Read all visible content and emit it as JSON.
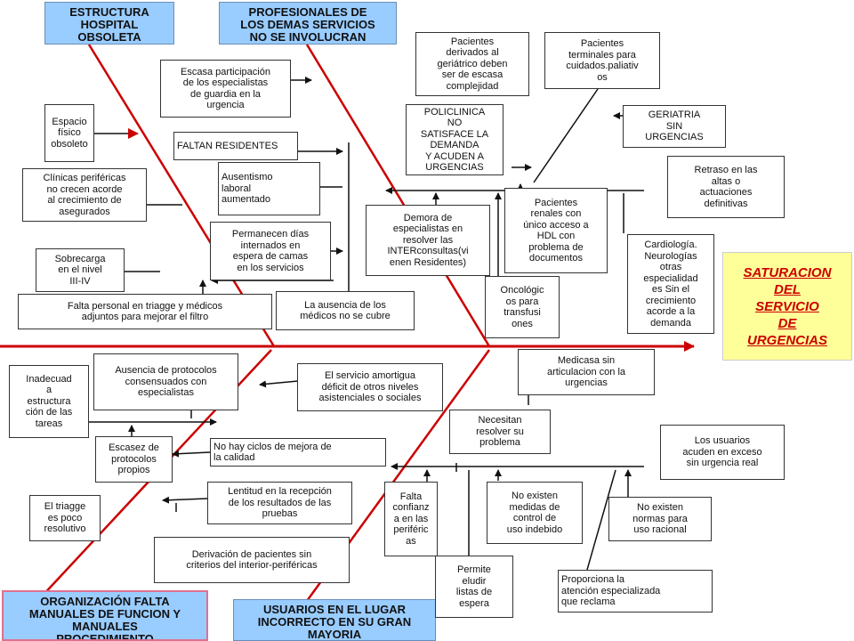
{
  "colors": {
    "spine": "#cc0000",
    "category_fill": "#99ccff",
    "effect_fill": "#ffff99",
    "effect_text": "#cc0000"
  },
  "effect": "SATURACION\nDEL\nSERVICIO\nDE\nURGENCIAS",
  "categories": {
    "top_left": "ESTRUCTURA\nHOSPITAL\nOBSOLETA",
    "top_mid": "PROFESIONALES DE\nLOS DEMAS SERVICIOS\nNO SE INVOLUCRAN",
    "bottom_left": "ORGANIZACIÓN FALTA\nMANUALES DE FUNCION Y\nMANUALES\nPROCEDIMIENTO",
    "bottom_mid": "USUARIOS EN EL LUGAR\nINCORRECTO EN SU GRAN\nMAYORIA"
  },
  "causes": {
    "escasa_participacion": "Escasa participación\nde los especialistas\nde guardia en la\nurgencia",
    "espacio_fisico": "Espacio\nfísico\nobsoleto",
    "faltan_residentes": "FALTAN RESIDENTES",
    "ausentismo": "Ausentismo\nlaboral\naumentado",
    "clinicas_perifericas": "Clínicas periféricas\nno crecen acorde\nal crecimiento de\nasegurados",
    "permanecen_dias": "Permanecen días\ninternados en\nespera de camas\nen los servicios",
    "sobrecarga": "Sobrecarga\nen el nivel\nIII-IV",
    "falta_personal": "Falta personal en triagge y médicos\nadjuntos para mejorar el filtro",
    "ausencia_medicos": "La ausencia de los\nmédicos no se cubre",
    "pacientes_geriatrico": "Pacientes\nderivados al\ngeriátrico deben\nser de escasa\ncomplejidad",
    "pacientes_terminales": "Pacientes\nterminales para\ncuidados.paliativ\nos",
    "policlinica": "POLICLINICA\nNO\nSATISFACE LA\nDEMANDA\nY ACUDEN A\nURGENCIAS",
    "geriatria": "GERIATRIA\nSIN\nURGENCIAS",
    "retraso_altas": "Retraso en las\naltas o\nactuaciones\ndefinitivas",
    "demora_especialistas": "Demora de\nespecialistas en\nresolver las\nINTERconsultas(vi\nenen Residentes)",
    "pacientes_renales": "Pacientes\nrenales con\núnico acceso a\nHDL con\nproblema de\ndocumentos",
    "cardiologia": "Cardiología.\nNeurologías\notras\nespecialidad\nes Sin el\ncrecimiento\nacorde a la\ndemanda",
    "oncologicos": "Oncológic\nos para\ntransfusi\nones",
    "ausencia_protocolos": "Ausencia de protocolos\nconsensuados con\nespecialistas",
    "inadecuada": "Inadecuad\na\nestructura\nción de las\ntareas",
    "servicio_amortigua": "El servicio amortigua\ndéficit de otros niveles\nasistenciales o sociales",
    "medicasa": "Medicasa sin\narticulacion con la\nurgencias",
    "escasez_protocolos": "Escasez de\nprotocolos\npropios",
    "ciclos_mejora": "No hay ciclos de mejora de\nla calidad",
    "necesitan_resolver": "Necesitan\nresolver su\nproblema",
    "usuarios_acuden": "Los usuarios\nacuden en exceso\nsin urgencia real",
    "triagge_poco": "El triagge\nes poco\nresolutivo",
    "lentitud": "Lentitud en la recepción\nde los resultados de las\npruebas",
    "falta_confianza": "Falta\nconfianz\na en las\nperiféric\nas",
    "no_medidas": "No existen\nmedidas de\ncontrol de\nuso indebido",
    "no_normas": "No existen\nnormas para\nuso racional",
    "derivacion": "Derivación  de pacientes sin\ncriterios del interior-periféricas",
    "permite_eludir": "Permite\neludir\nlistas de\nespera",
    "proporciona": "Proporciona la\natención especializada\nque reclama"
  }
}
